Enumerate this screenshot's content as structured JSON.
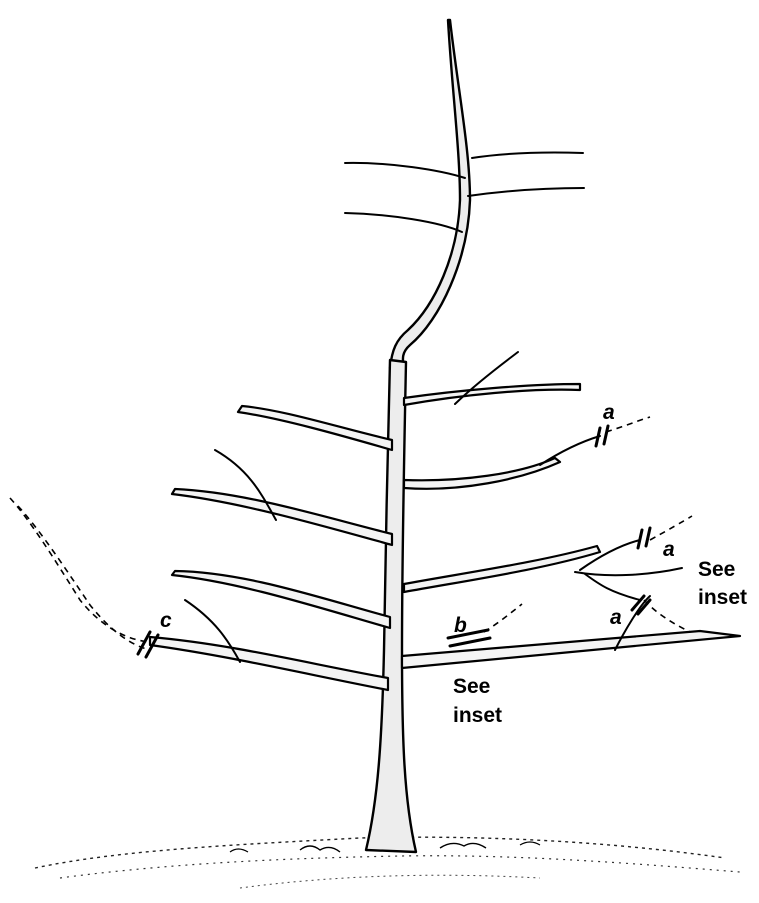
{
  "labels": {
    "a1": "a",
    "a2": "a",
    "a3": "a",
    "b": "b",
    "c": "c",
    "see_inset_right_1": "See",
    "see_inset_right_2": "inset",
    "see_inset_center_1": "See",
    "see_inset_center_2": "inset"
  },
  "colors": {
    "ink": "#000000",
    "paper": "#ffffff"
  }
}
